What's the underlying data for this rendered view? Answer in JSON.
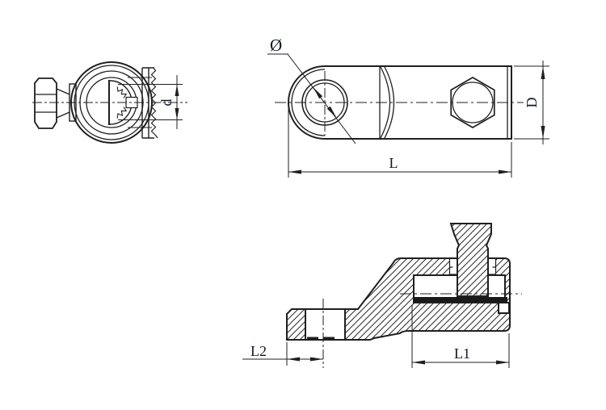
{
  "drawing": {
    "labels": {
      "diameter_symbol": "Ø",
      "dim_d": "d",
      "dim_D": "D",
      "dim_L": "L",
      "dim_L1": "L1",
      "dim_L2": "L2"
    },
    "colors": {
      "line": "#1f1f1f",
      "label": "#141824",
      "background": "#ffffff",
      "conductor": "#1a1a1a"
    }
  }
}
